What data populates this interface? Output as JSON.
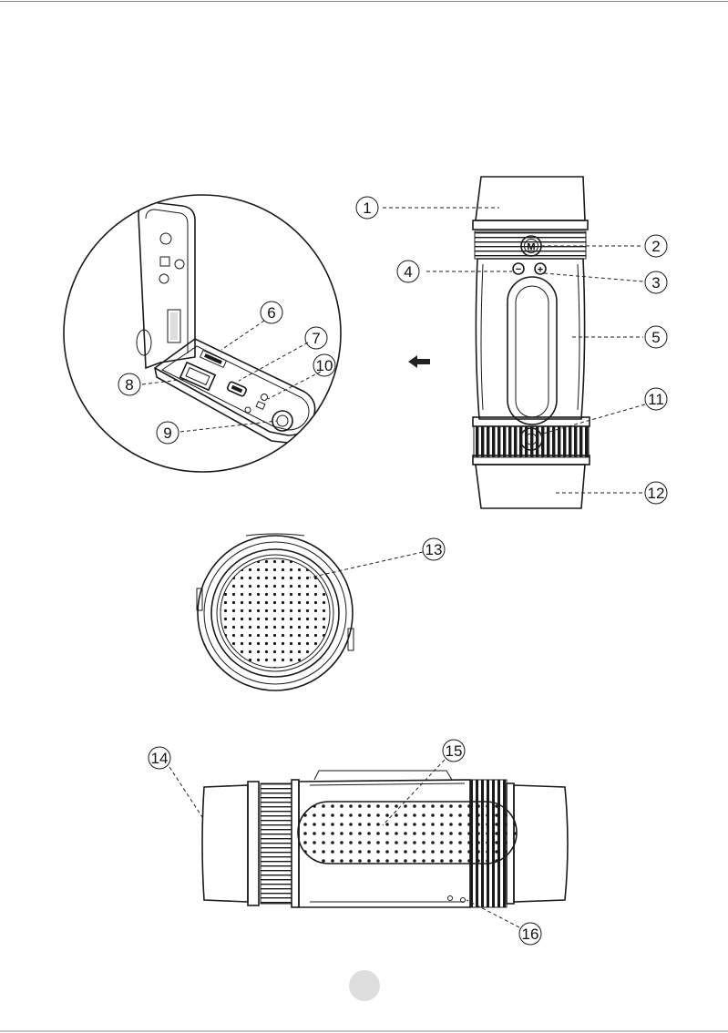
{
  "callouts": {
    "c1": "1",
    "c2": "2",
    "c3": "3",
    "c4": "4",
    "c5": "5",
    "c6": "6",
    "c7": "7",
    "c8": "8",
    "c9": "9",
    "c10": "10",
    "c11": "11",
    "c12": "12",
    "c13": "13",
    "c14": "14",
    "c15": "15",
    "c16": "16"
  },
  "buttons": {
    "mode": "M",
    "minus": "−",
    "plus": "+"
  },
  "colors": {
    "ink": "#1a1a1a",
    "page_marker": "#dddddd",
    "arrow": "#222222"
  }
}
